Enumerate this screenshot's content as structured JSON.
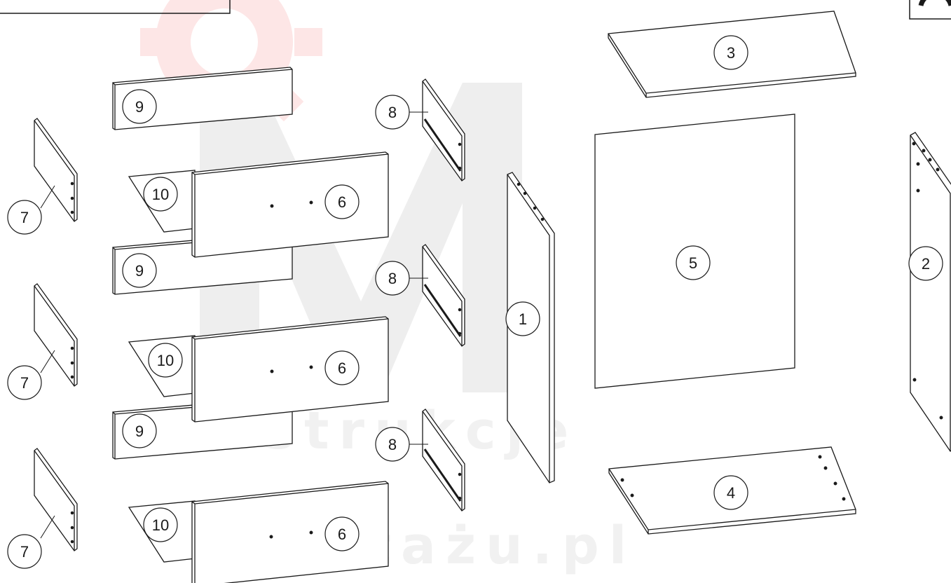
{
  "colors": {
    "line": "#1a1a1a",
    "panel_fill": "#ffffff",
    "edge_fill": "#f3f3f3",
    "watermark_gray": "#eeeeee",
    "watermark_red": "#fde6e6"
  },
  "watermark": {
    "letter": "M",
    "line1": "instrukcje",
    "line2": "montażu.pl"
  },
  "parts": {
    "p1": "1",
    "p2": "2",
    "p3": "3",
    "p4": "4",
    "p5": "5",
    "p6": "6",
    "p7": "7",
    "p8": "8",
    "p9": "9",
    "p10": "10"
  }
}
